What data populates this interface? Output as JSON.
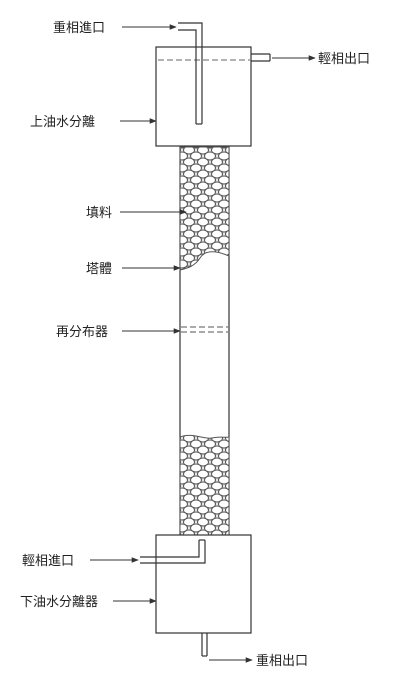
{
  "labels": {
    "heavy_inlet": "重相進口",
    "light_outlet": "輕相出口",
    "upper_separator": "上油水分離",
    "packing": "填料",
    "tower_body": "塔體",
    "redistributor": "再分布器",
    "light_inlet": "輕相進口",
    "lower_separator": "下油水分離器",
    "heavy_outlet": "重相出口"
  },
  "colors": {
    "line": "#333333",
    "packing_fill": "#c8c8c8",
    "packing_stroke": "#555555",
    "background": "#ffffff"
  }
}
